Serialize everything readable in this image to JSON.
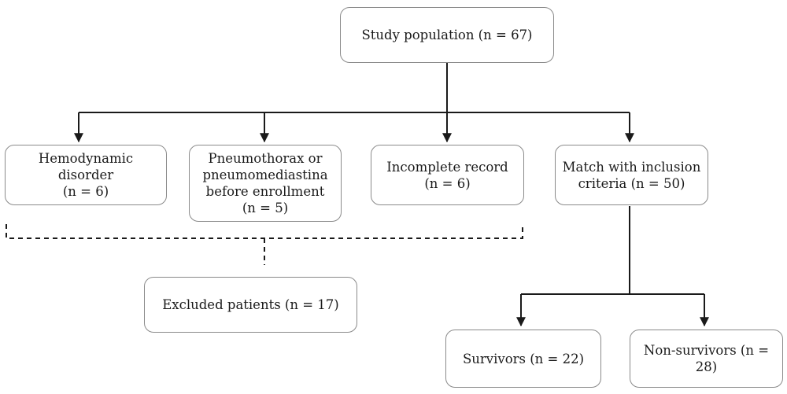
{
  "nodes": {
    "study_population": "Study population (n = 67)",
    "hemodynamic": "Hemodynamic disorder\n(n = 6)",
    "pneumothorax": "Pneumothorax or\npneumomediastina\nbefore enrollment\n(n = 5)",
    "incomplete": "Incomplete record\n(n = 6)",
    "inclusion": "Match with inclusion\ncriteria (n = 50)",
    "excluded": "Excluded patients (n = 17)",
    "survivors": "Survivors (n = 22)",
    "non_survivors": "Non-survivors (n = 28)"
  },
  "colors": {
    "line": "#1a1a1a",
    "border": "#8a8a8a",
    "text": "#1a1a1a"
  }
}
